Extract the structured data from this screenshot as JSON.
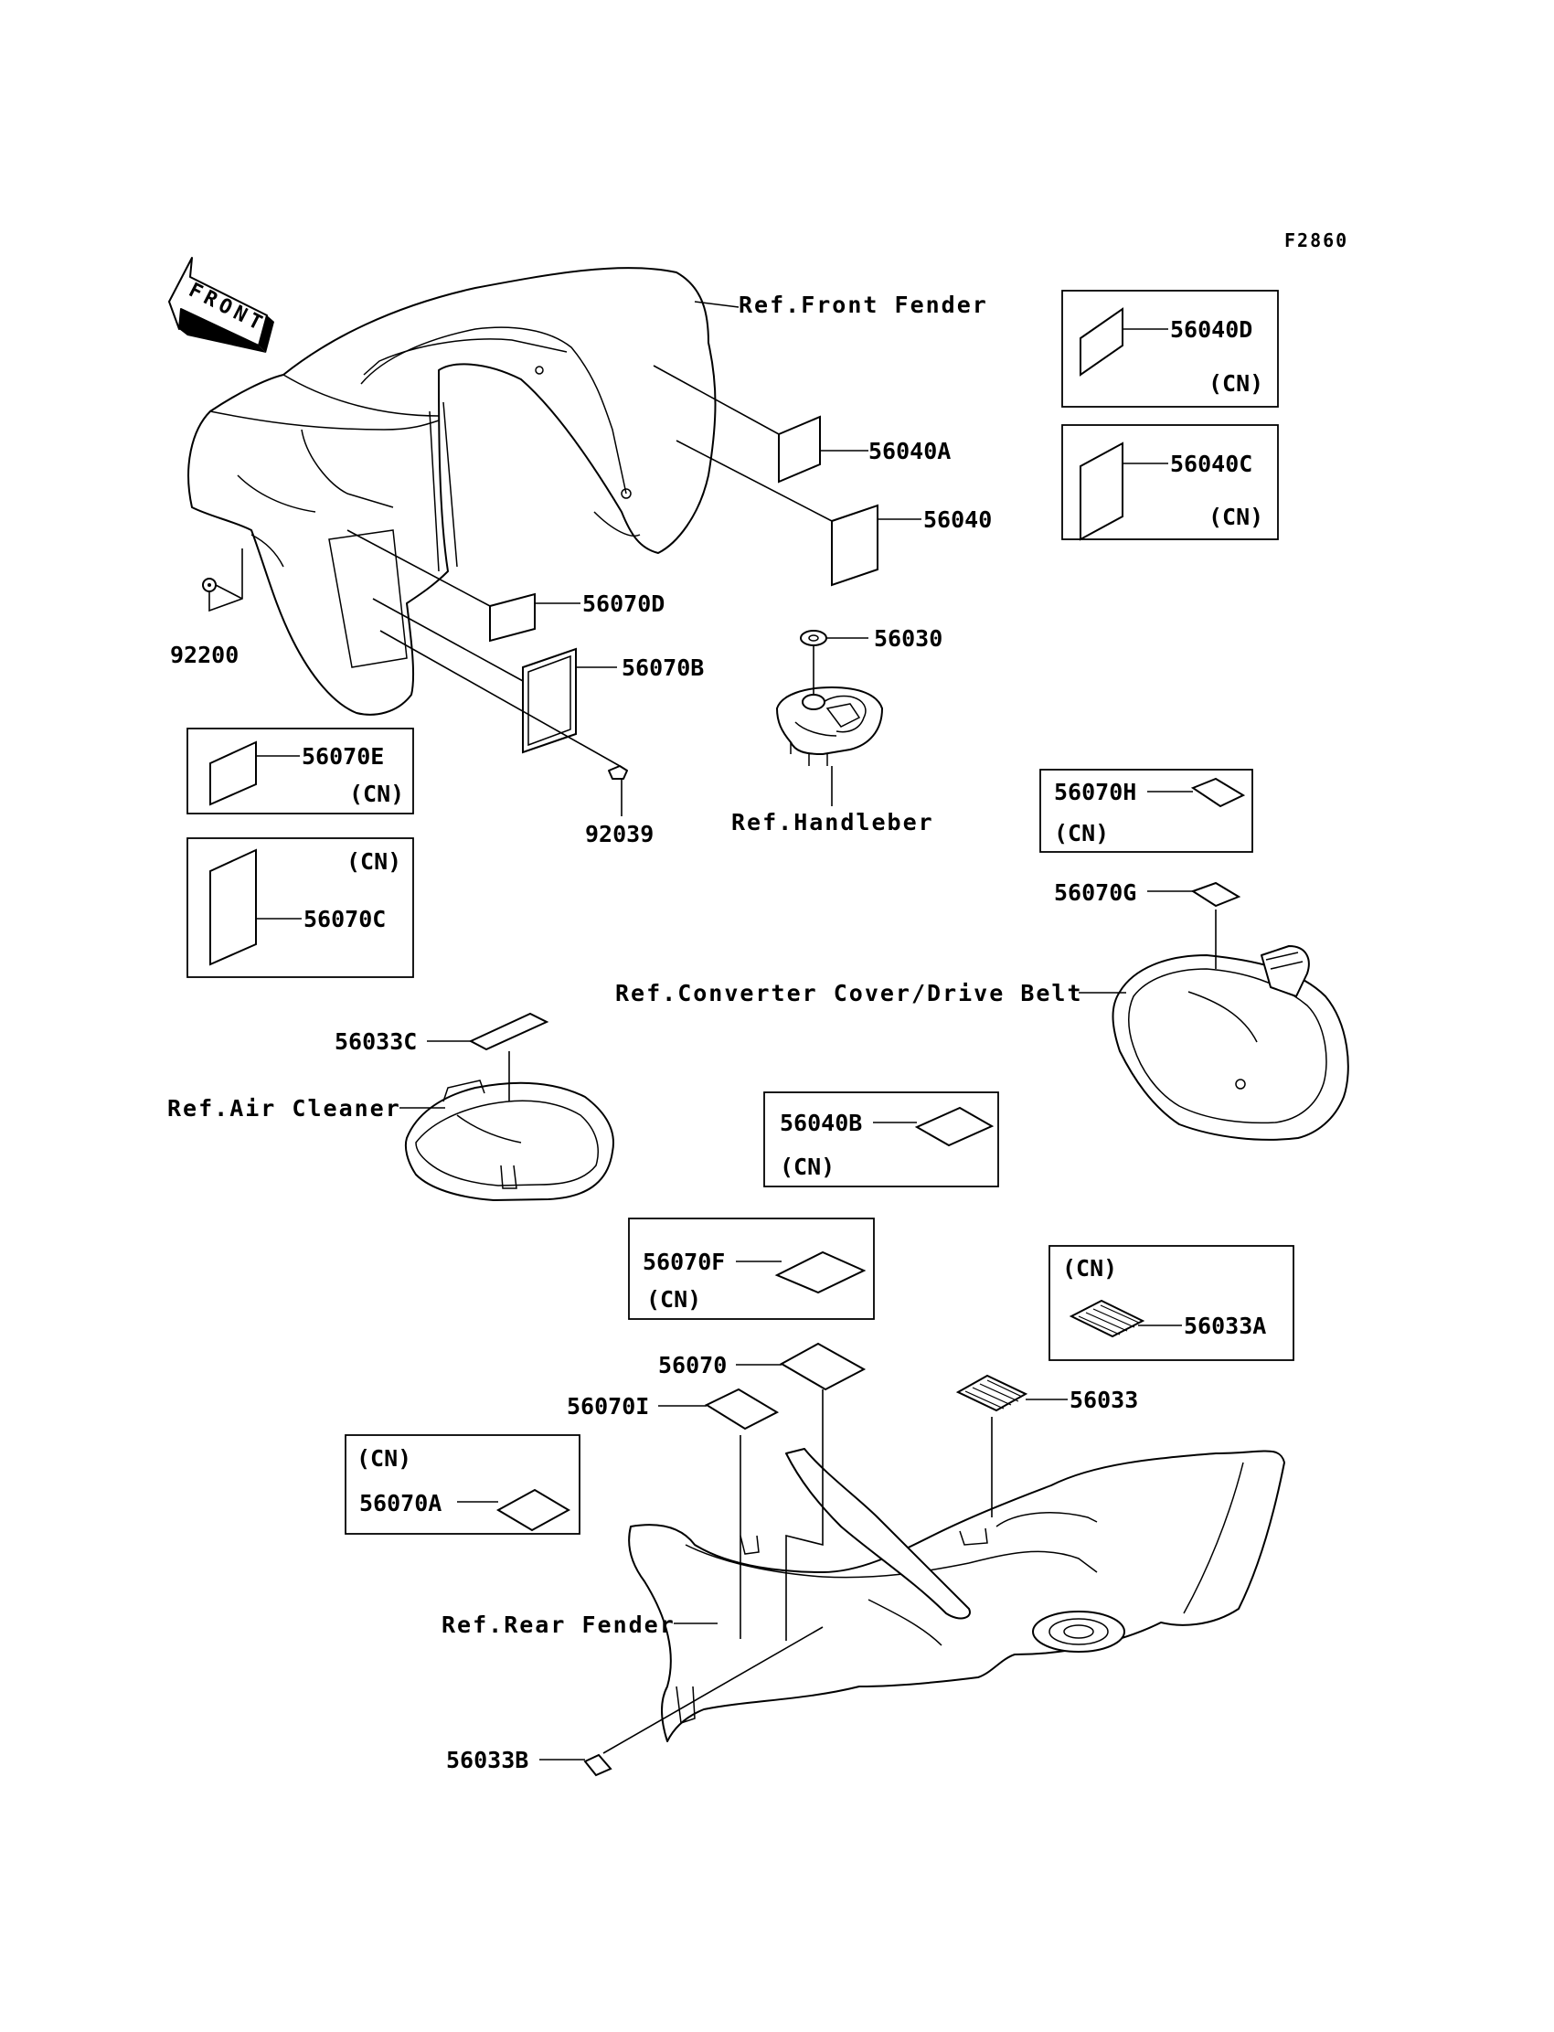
{
  "diagram_code": "F2860",
  "front_label": "FRONT",
  "refs": {
    "front_fender": "Ref.Front Fender",
    "handlebar": "Ref.Handleber",
    "converter_cover": "Ref.Converter Cover/Drive Belt",
    "air_cleaner": "Ref.Air Cleaner",
    "rear_fender": "Ref.Rear Fender"
  },
  "parts": {
    "p56040D": "56040D",
    "p56040C": "56040C",
    "p56040A": "56040A",
    "p56040": "56040",
    "p56070D": "56070D",
    "p56070B": "56070B",
    "p56030": "56030",
    "p92200": "92200",
    "p92039": "92039",
    "p56070E": "56070E",
    "p56070C": "56070C",
    "p56070H": "56070H",
    "p56070G": "56070G",
    "p56033C": "56033C",
    "p56040B": "56040B",
    "p56070F": "56070F",
    "p56033A": "56033A",
    "p56070": "56070",
    "p56070I": "56070I",
    "p56033": "56033",
    "p56070A": "56070A",
    "p56033B": "56033B"
  },
  "cn_tag": "(CN)"
}
